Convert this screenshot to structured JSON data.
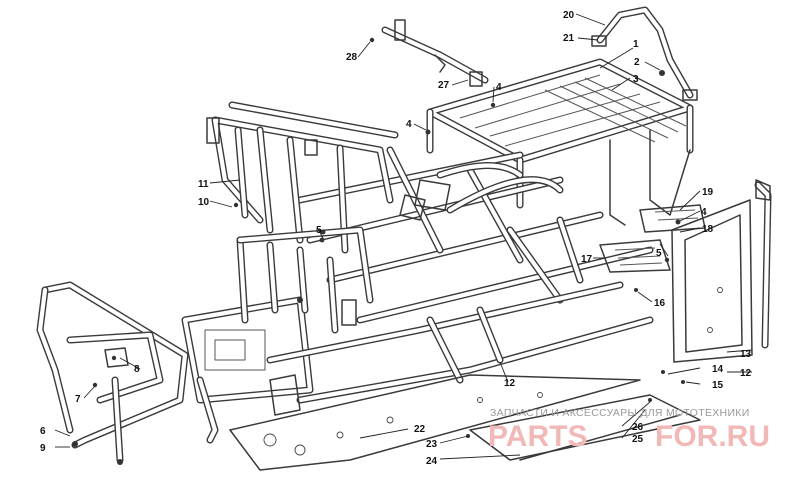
{
  "callouts": [
    {
      "id": "c1",
      "label": "1"
    },
    {
      "id": "c2",
      "label": "2"
    },
    {
      "id": "c3",
      "label": "3"
    },
    {
      "id": "c4a",
      "label": "4"
    },
    {
      "id": "c4b",
      "label": "4"
    },
    {
      "id": "c4c",
      "label": "4"
    },
    {
      "id": "c5a",
      "label": "5"
    },
    {
      "id": "c5b",
      "label": "5"
    },
    {
      "id": "c6",
      "label": "6"
    },
    {
      "id": "c7",
      "label": "7"
    },
    {
      "id": "c8",
      "label": "8"
    },
    {
      "id": "c9",
      "label": "9"
    },
    {
      "id": "c10",
      "label": "10"
    },
    {
      "id": "c11",
      "label": "11"
    },
    {
      "id": "c12a",
      "label": "12"
    },
    {
      "id": "c12b",
      "label": "12"
    },
    {
      "id": "c13",
      "label": "13"
    },
    {
      "id": "c14",
      "label": "14"
    },
    {
      "id": "c15",
      "label": "15"
    },
    {
      "id": "c16",
      "label": "16"
    },
    {
      "id": "c17",
      "label": "17"
    },
    {
      "id": "c18",
      "label": "18"
    },
    {
      "id": "c19",
      "label": "19"
    },
    {
      "id": "c20",
      "label": "20"
    },
    {
      "id": "c21",
      "label": "21"
    },
    {
      "id": "c22",
      "label": "22"
    },
    {
      "id": "c23",
      "label": "23"
    },
    {
      "id": "c24",
      "label": "24"
    },
    {
      "id": "c25",
      "label": "25"
    },
    {
      "id": "c26",
      "label": "26"
    },
    {
      "id": "c27",
      "label": "27"
    },
    {
      "id": "c28",
      "label": "28"
    }
  ],
  "watermark": {
    "tagline": "ЗАПЧАСТИ И АКСЕССУАРЫ ДЛЯ МОТОТЕХНИКИ",
    "brand_left": "PARTS",
    "brand_right": "FOR.RU"
  },
  "colors": {
    "line": "#3a3a3a",
    "watermark": "#f2b8b8",
    "watermark_text": "#999999"
  }
}
